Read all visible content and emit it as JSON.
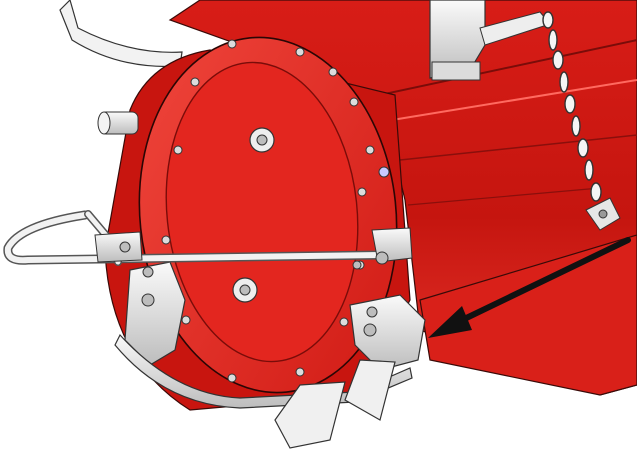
{
  "illustration": {
    "colors": {
      "body_red": "#e3201b",
      "body_red_dark": "#b5120f",
      "body_red_light": "#f04a40",
      "steel": "#e6e6e6",
      "steel_dark": "#9a9a9a",
      "outline": "#2a2a2a",
      "arrow": "#111111"
    },
    "parts": [
      "rotor-hood",
      "side-cover-plate",
      "cover-bolts",
      "handle-bar",
      "support-chain",
      "skid-shoe",
      "tines",
      "direction-arrow"
    ]
  }
}
